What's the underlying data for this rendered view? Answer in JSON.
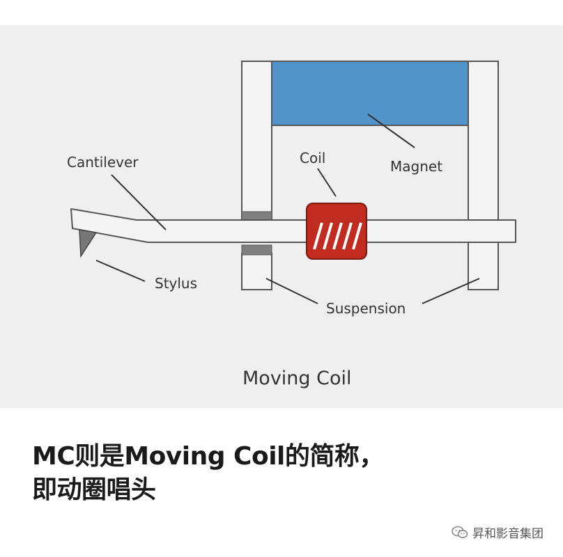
{
  "diagram": {
    "labels": {
      "cantilever": "Cantilever",
      "coil": "Coil",
      "magnet": "Magnet",
      "stylus": "Stylus",
      "suspension": "Suspension"
    },
    "title": "Moving Coil",
    "colors": {
      "magnet": "#5094c9",
      "coil": "#c22b1f",
      "suspension_pad": "#7f7f7f",
      "frame": "#f4f4f4",
      "stroke": "#555555",
      "background": "#efefef"
    }
  },
  "caption": {
    "line1": "MC则是Moving Coil的简称，",
    "line2": "即动圈唱头"
  },
  "watermark": {
    "icon": "wechat-icon",
    "text": "昇和影音集团"
  }
}
